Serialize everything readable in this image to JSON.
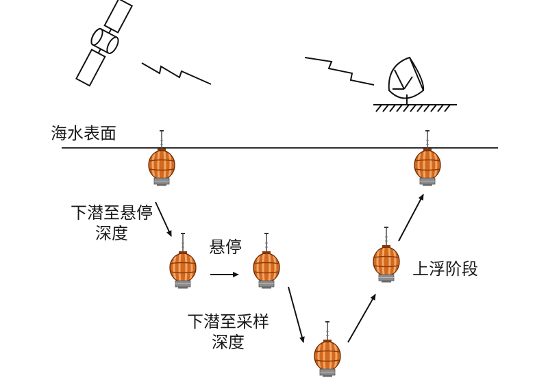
{
  "labels": {
    "sea_surface": "海水表面",
    "descend_to_hover_line1": "下潜至悬停",
    "descend_to_hover_line2": "深度",
    "hover": "悬停",
    "descend_to_sample_line1": "下潜至采样",
    "descend_to_sample_line2": "深度",
    "ascent_stage": "上浮阶段"
  },
  "colors": {
    "line": "#111111",
    "float_body": "#d2691e",
    "float_dark": "#8a3c0c",
    "float_light": "#f0a060",
    "float_base": "#8c8c8c"
  },
  "icons": {
    "satellite": "satellite-icon",
    "ground_station": "satellite-dish-icon",
    "float": "profiling-float-icon"
  }
}
